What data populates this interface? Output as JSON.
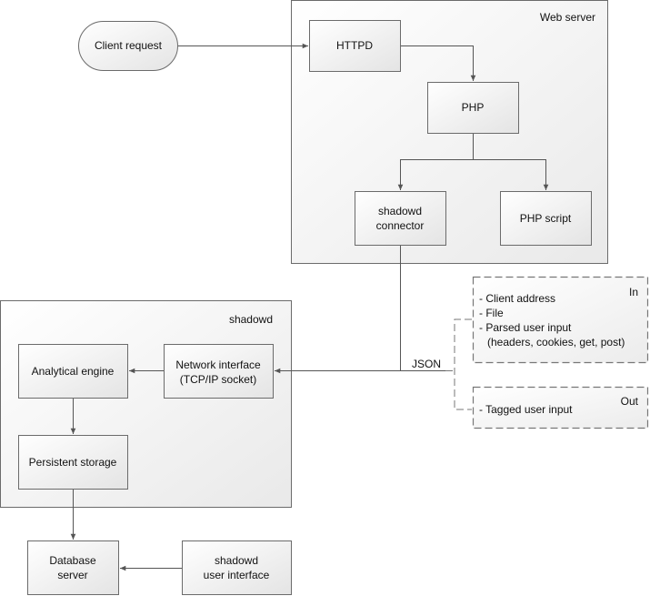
{
  "containers": {
    "web_server": "Web server",
    "shadowd": "shadowd"
  },
  "nodes": {
    "client_request": "Client request",
    "httpd": "HTTPD",
    "php": "PHP",
    "shadowd_connector": [
      "shadowd",
      "connector"
    ],
    "php_script": "PHP script",
    "analytical_engine": "Analytical engine",
    "network_interface": [
      "Network interface",
      "(TCP/IP socket)"
    ],
    "persistent_storage": "Persistent storage",
    "database_server": [
      "Database",
      "server"
    ],
    "shadowd_user_interface": [
      "shadowd",
      "user interface"
    ]
  },
  "json_label": "JSON",
  "in_box": {
    "title": "In",
    "items": [
      "- Client address",
      "- File",
      "- Parsed user input",
      "(headers, cookies, get, post)"
    ]
  },
  "out_box": {
    "title": "Out",
    "items": [
      "- Tagged user input"
    ]
  }
}
